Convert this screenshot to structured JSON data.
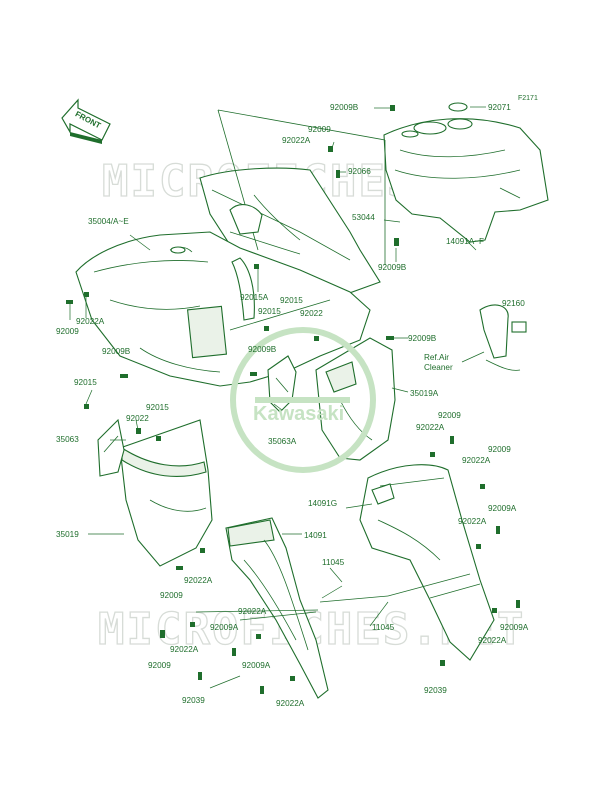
{
  "figure_code": "F2171",
  "front_arrow_label": "FRONT",
  "watermark_text": "MICROFICHES.NET",
  "logo_text": "Kawasaki",
  "colors": {
    "line": "#1f6e2c",
    "watermark": "#d7dcd7",
    "background": "#ffffff"
  },
  "ref_note": {
    "line1": "Ref.Air",
    "line2": "Cleaner"
  },
  "labels": {
    "l01": "92009B",
    "l02": "92071",
    "l03": "92009",
    "l04": "92022A",
    "l05": "92066",
    "l06": "53044",
    "l07": "92009B",
    "l08": "14091A~F",
    "l09": "35004/A~E",
    "l10": "92022A",
    "l11": "92009",
    "l12": "92015A",
    "l13": "92015",
    "l14": "92015",
    "l15": "92022",
    "l16": "92009B",
    "l17": "92160",
    "l18": "92009B",
    "l19": "92009B",
    "l20": "92015",
    "l21": "35019A",
    "l22": "92015",
    "l23": "92022",
    "l24": "35063",
    "l25": "35063A",
    "l26": "92009",
    "l27": "92022A",
    "l28": "92009",
    "l29": "92022A",
    "l30": "14091G",
    "l31": "92009A",
    "l32": "92022A",
    "l33": "35019",
    "l34": "14091",
    "l35": "11045",
    "l36": "92022A",
    "l37": "92009",
    "l38": "92022A",
    "l39": "92009A",
    "l40": "11045",
    "l41": "92009A",
    "l42": "92022A",
    "l43": "92009",
    "l44": "92022A",
    "l45": "92009A",
    "l46": "92039",
    "l47": "92039",
    "l48": "92022A"
  }
}
